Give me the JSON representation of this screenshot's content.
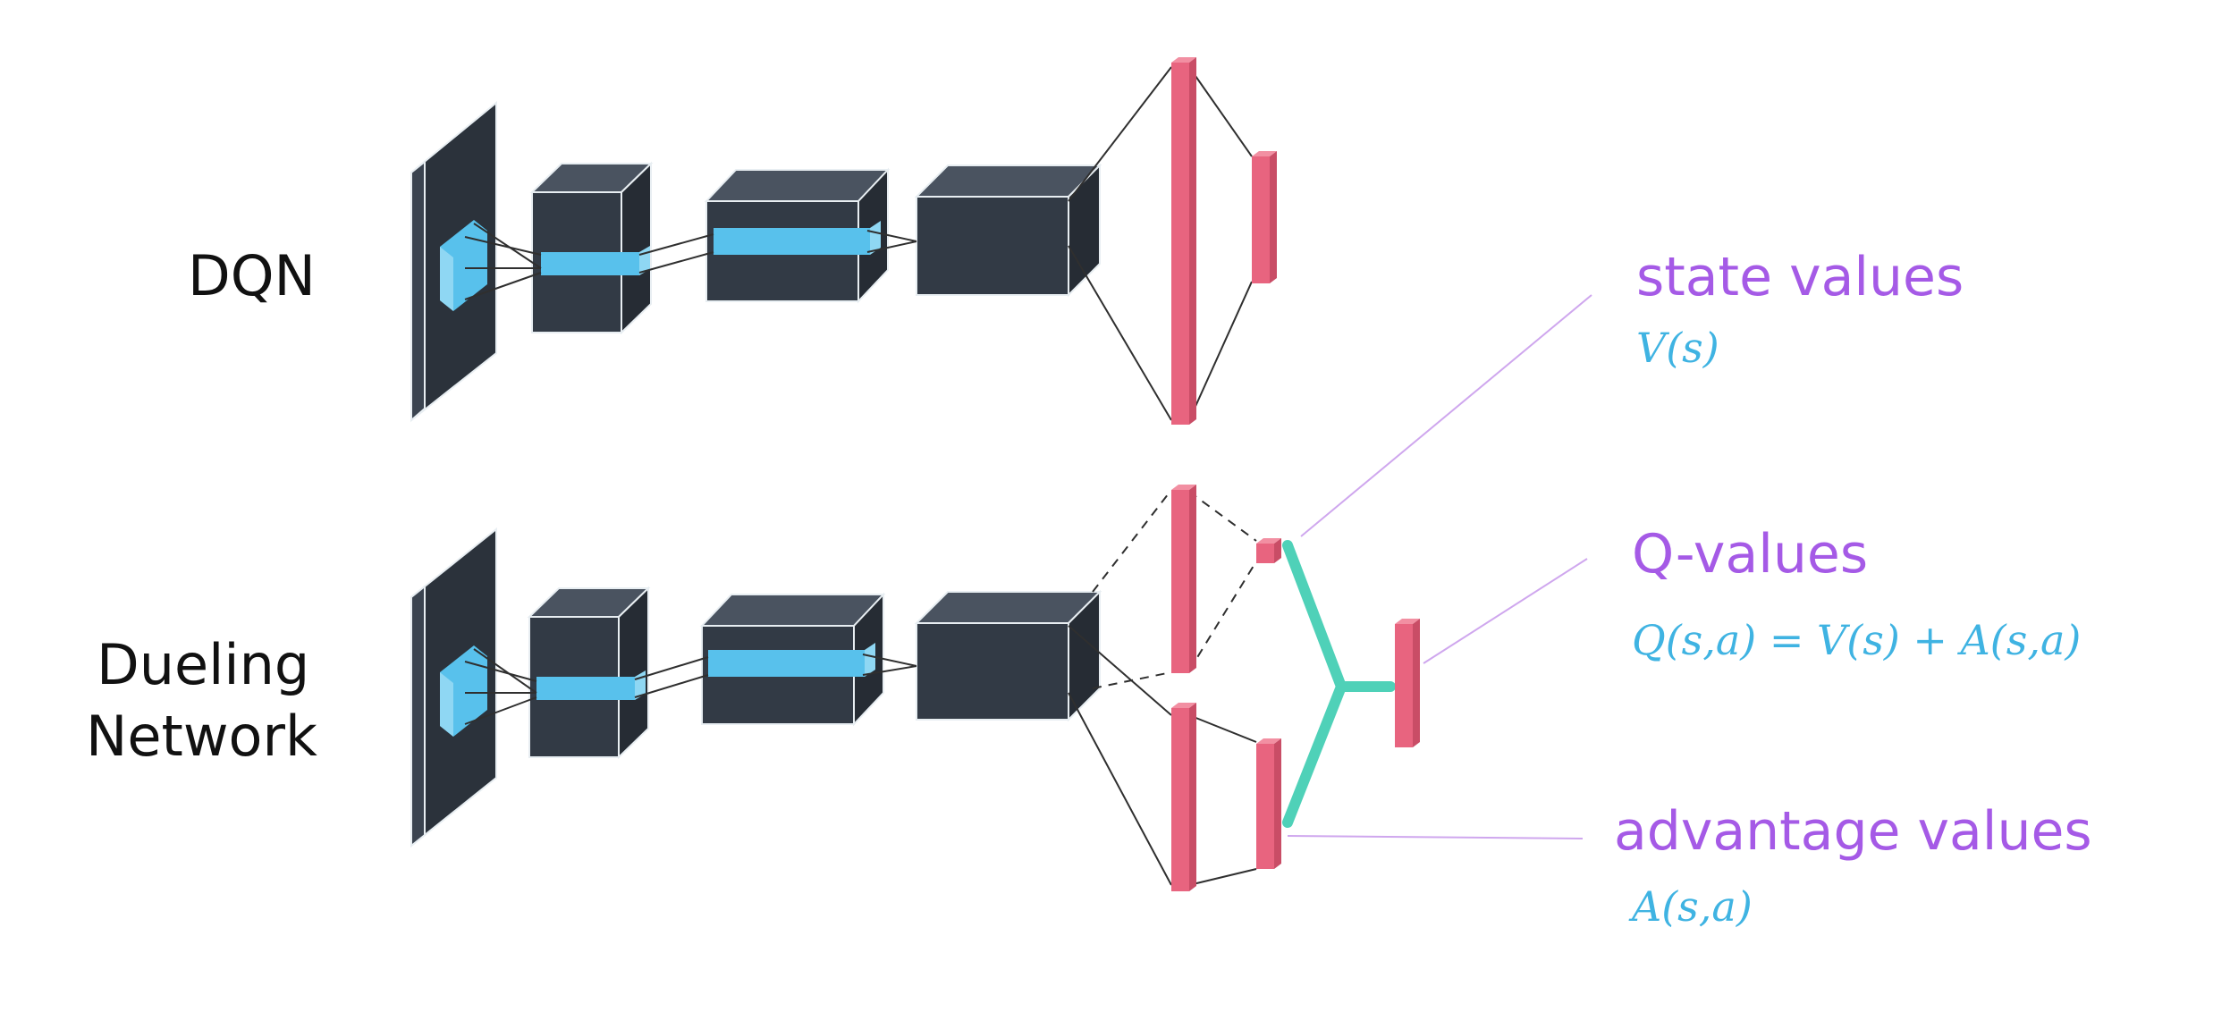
{
  "labels": {
    "dqn": "DQN",
    "dueling_line1": "Dueling",
    "dueling_line2": "Network"
  },
  "outputs": {
    "state_values": {
      "title": "state values",
      "formula": "V(s)"
    },
    "q_values": {
      "title": "Q-values",
      "formula": "Q(s,a) = V(s) + A(s,a)"
    },
    "advantage_values": {
      "title": "advantage values",
      "formula": "A(s,a)"
    }
  },
  "colors": {
    "block_dark": "#323a45",
    "kernel_blue": "#58c1ec",
    "fc_pink": "#e8647f",
    "merge_teal": "#4fd1b8",
    "label_purple": "#a55ae6",
    "formula_blue": "#3fb3e2",
    "callout_line": "#cfa7ee"
  }
}
